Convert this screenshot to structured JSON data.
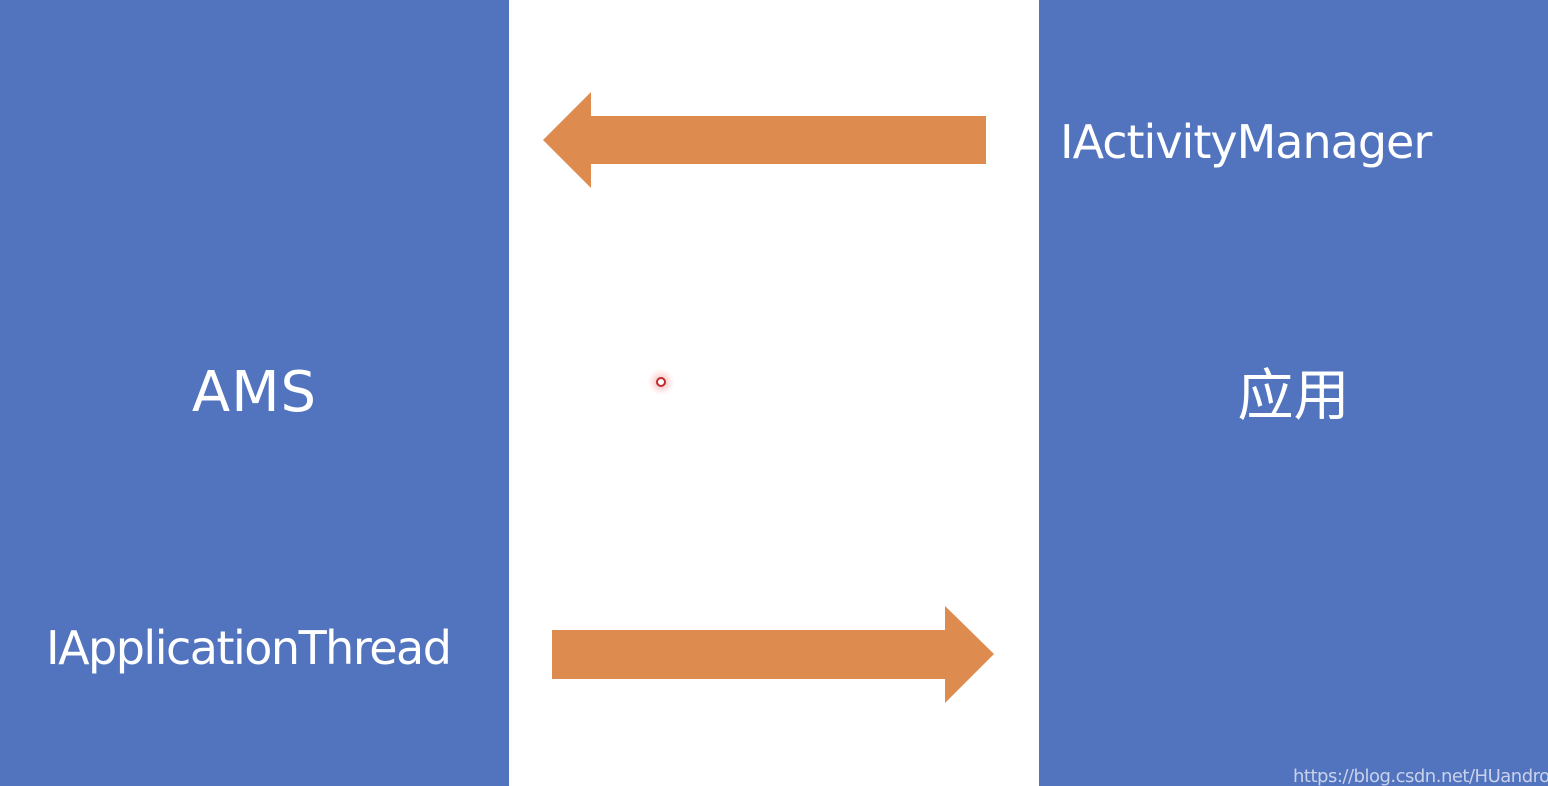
{
  "diagram": {
    "left_box": {
      "title": "AMS",
      "interface_label": "IApplicationThread"
    },
    "right_box": {
      "title": "应用",
      "interface_label": "IActivityManager"
    },
    "arrows": [
      {
        "from": "right_box",
        "to": "left_box",
        "direction": "left"
      },
      {
        "from": "left_box",
        "to": "right_box",
        "direction": "right"
      }
    ],
    "colors": {
      "box_fill": "#5274BE",
      "arrow_fill": "#DE8B4F",
      "background": "#FFFFFF",
      "text": "#FFFFFF"
    }
  },
  "watermark": "https://blog.csdn.net/HUandroid"
}
